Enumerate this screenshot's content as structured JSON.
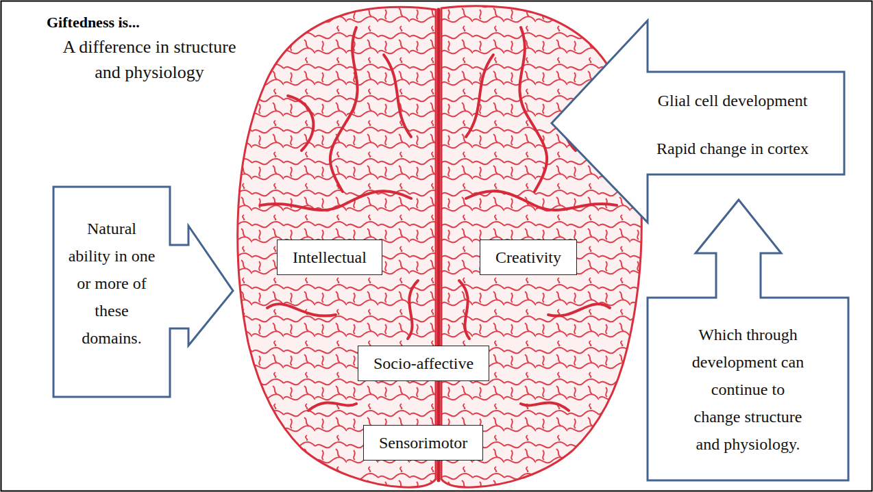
{
  "diagram": {
    "title": "Giftedness is...",
    "nodes": [
      {
        "text": [
          "Glial cell development",
          "Rapid change in cortex"
        ]
      },
      {
        "text": [
          "Natural ability in one or more of these domains."
        ]
      },
      {
        "text": [
          "Intellectual"
        ]
      },
      {
        "text": [
          "Creativity"
        ]
      },
      {
        "text": [
          "Socio-affective"
        ]
      },
      {
        "text": [
          "Sensorimotor"
        ]
      },
      {
        "text": [
          "Which through development can continue to change structure and physiology."
        ]
      }
    ],
    "labels": [
      "A difference in structure and physiology"
    ]
  }
}
